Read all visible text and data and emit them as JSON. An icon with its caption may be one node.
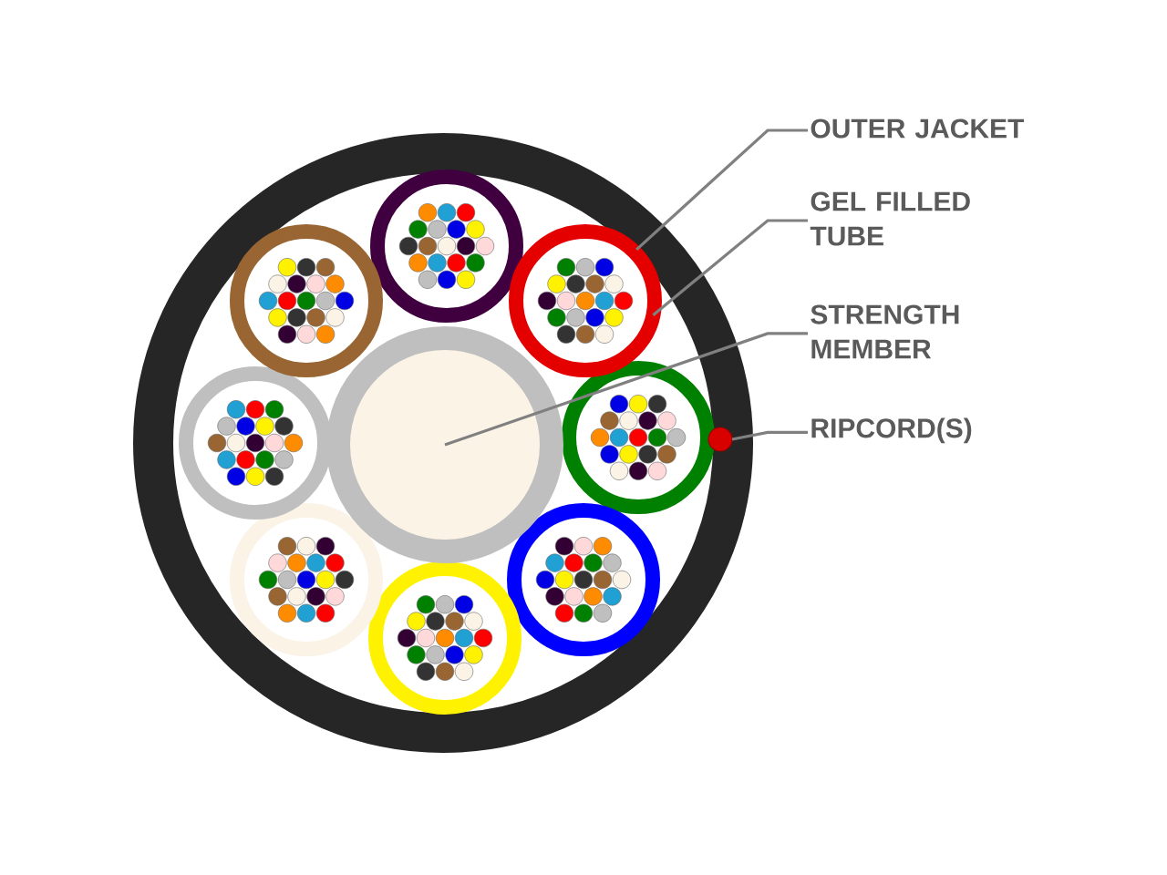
{
  "diagram": {
    "nodes": [
      {
        "text": [
          "OUTER JACKET"
        ]
      },
      {
        "text": [
          "GEL FILLED TUBE"
        ]
      },
      {
        "text": [
          "STRENGTH MEMBER"
        ]
      },
      {
        "text": [
          "RIPCORD(S)"
        ]
      },
      {
        "text": [],
        "shape": "circle"
      },
      {
        "text": [],
        "shape": "circle",
        "in": 4
      },
      {
        "text": [],
        "shape": "circle",
        "in": 4
      },
      {
        "text": [],
        "shape": "circle",
        "in": 4
      }
    ],
    "edges": [
      {
        "from": 0,
        "to": 4,
        "arrow": "none"
      },
      {
        "from": 1,
        "to": 5,
        "arrow": "none"
      },
      {
        "from": 2,
        "to": 6,
        "arrow": "none"
      },
      {
        "from": 3,
        "to": 7,
        "arrow": "none"
      }
    ]
  }
}
